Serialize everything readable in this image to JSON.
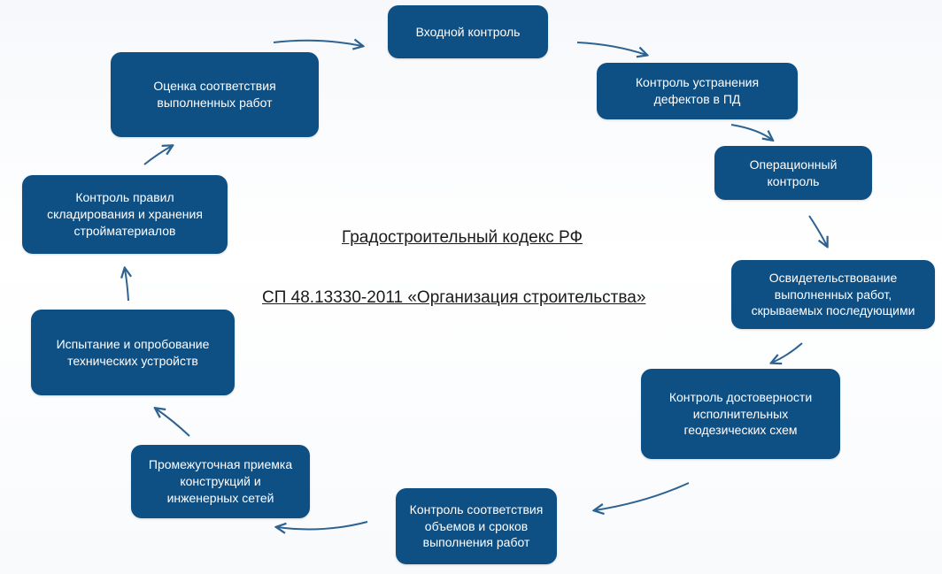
{
  "diagram": {
    "center_titles": [
      "Градостроительный кодекс РФ",
      "СП 48.13330-2011 «Организация строительства»"
    ],
    "nodes": [
      {
        "id": "incoming",
        "label": "Входной контроль"
      },
      {
        "id": "defects",
        "label": "Контроль устранения\nдефектов в ПД"
      },
      {
        "id": "operational",
        "label": "Операционный\nконтроль"
      },
      {
        "id": "hidden-works",
        "label": "Освидетельствование\nвыполненных работ,\nскрываемых последующими"
      },
      {
        "id": "geodetic",
        "label": "Контроль достоверности\nисполнительных\nгеодезических схем"
      },
      {
        "id": "volumes",
        "label": "Контроль соответствия\nобъемов и сроков\nвыполнения работ"
      },
      {
        "id": "intermediate",
        "label": "Промежуточная приемка\nконструкций и\nинженерных сетей"
      },
      {
        "id": "testing",
        "label": "Испытание и опробование\nтехнических устройств"
      },
      {
        "id": "storage",
        "label": "Контроль правил\nскладирования и хранения\nстройматериалов"
      },
      {
        "id": "assessment",
        "label": "Оценка соответствия\nвыполненных работ"
      }
    ],
    "colors": {
      "node_fill": "#0e4f84",
      "node_text": "#ffffff",
      "arrow": "#2e6290"
    }
  }
}
